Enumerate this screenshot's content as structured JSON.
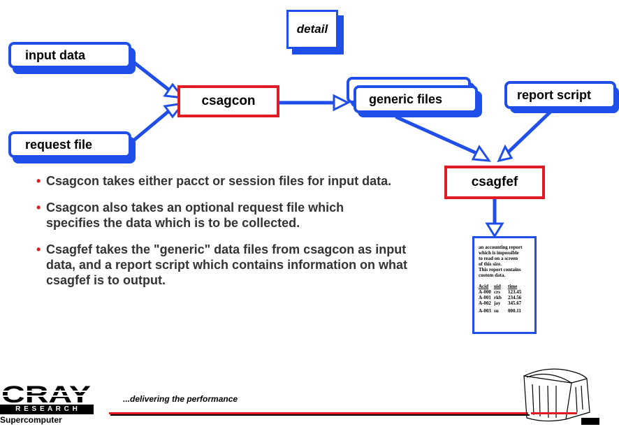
{
  "detail_tag": "detail",
  "nodes": {
    "input_data": "input data",
    "request_file": "request file",
    "csagcon": "csagcon",
    "generic_files": "generic files",
    "report_script": "report script",
    "csagfef": "csagfef"
  },
  "bullets": [
    "Csagcon takes either pacct or session files for input data.",
    "Csagcon also takes an optional request file which specifies the data which is to be collected.",
    "Csagfef takes the \"generic\" data files from csagcon as input data, and a report script which contains information on what csagfef is to output."
  ],
  "bullet_symbol": "•",
  "report_page": {
    "lines": [
      "an accounting report",
      "which is impossible",
      "to read on a screen",
      "of this size.",
      "This report contains",
      "custom data."
    ],
    "headers": [
      "Acid",
      "uid",
      "time"
    ],
    "rows": [
      [
        "A-000",
        "crs",
        "123.45"
      ],
      [
        "A-001",
        "rkb",
        "234.56"
      ],
      [
        "A-002",
        "jay",
        "345.67"
      ],
      [
        "A-003",
        "su",
        "000.11"
      ]
    ]
  },
  "footer": {
    "logo_text": "CRAY",
    "logo_sub": "R E S E A R C H",
    "supercomputer": "Supercomputer",
    "tagline": "...delivering the performance"
  },
  "colors": {
    "blue": "#1f4ee8",
    "red": "#e01b24"
  }
}
